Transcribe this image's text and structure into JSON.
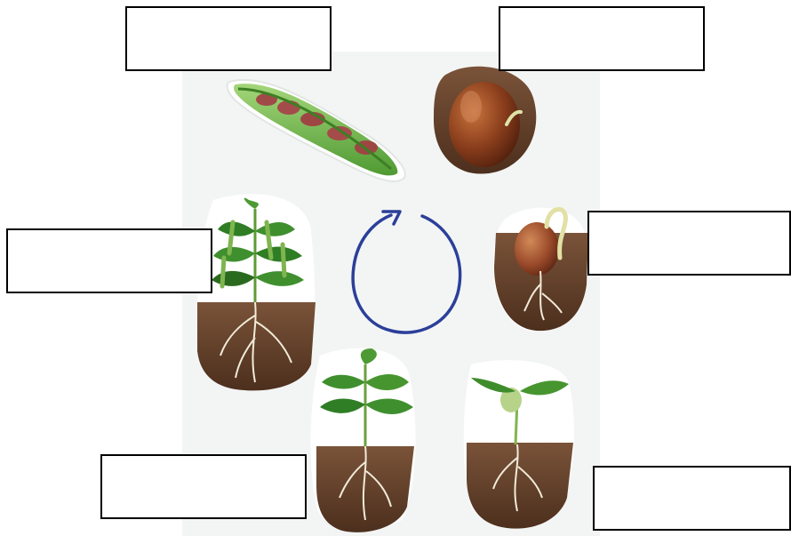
{
  "diagram": {
    "boxes": [
      {
        "id": "box-top-left",
        "text": ""
      },
      {
        "id": "box-top-right",
        "text": ""
      },
      {
        "id": "box-middle-left",
        "text": ""
      },
      {
        "id": "box-middle-right",
        "text": ""
      },
      {
        "id": "box-bottom-left",
        "text": ""
      },
      {
        "id": "box-bottom-right",
        "text": ""
      }
    ],
    "colors": {
      "soil": "#6e4a32",
      "soil_dark": "#4e3220",
      "leaf": "#3f8f2e",
      "leaf_dark": "#2a6a1f",
      "pod": "#7fc05a",
      "bean": "#8e3b2b",
      "cycle_arrow": "#2b3f9a",
      "background_card": "#f3f5f4"
    },
    "icons": [
      "bean-pod-icon",
      "seed-icon",
      "germinating-seed-icon",
      "seedling-icon",
      "young-plant-icon",
      "mature-plant-icon",
      "cycle-arrow-icon"
    ]
  }
}
